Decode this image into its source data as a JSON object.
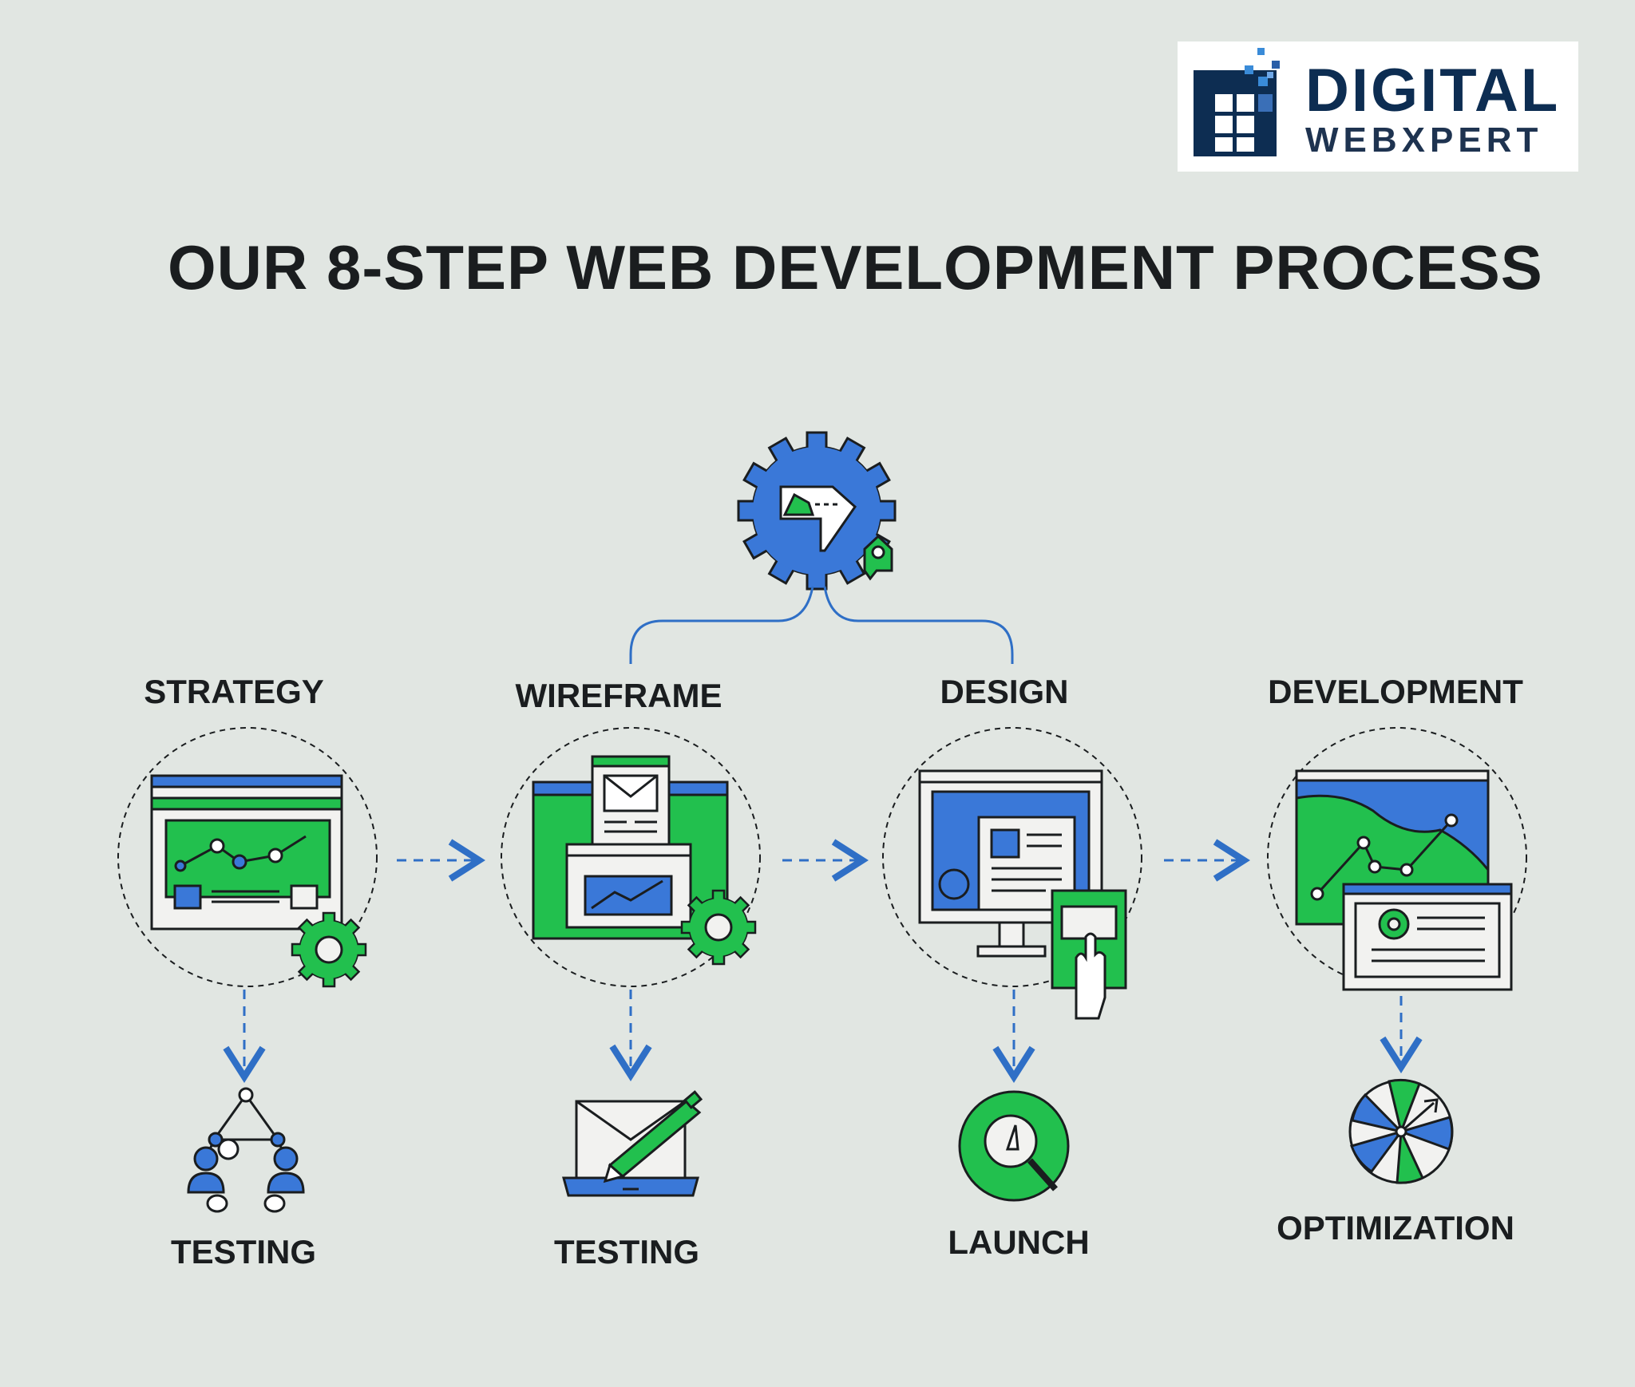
{
  "logo": {
    "line1": "DIGITAL",
    "line2": "WEBXPERT"
  },
  "title": "OUR 8-STEP WEB DEVELOPMENT PROCESS",
  "steps": [
    {
      "label": "STRATEGY",
      "below_label": "TESTING"
    },
    {
      "label": "WIREFRAME",
      "below_label": "TESTING"
    },
    {
      "label": "DESIGN",
      "below_label": "LAUNCH"
    },
    {
      "label": "DEVELOPMENT",
      "below_label": "OPTIMIZATION"
    }
  ],
  "colors": {
    "background": "#e1e6e2",
    "blue": "#3a78d8",
    "green": "#22c04e",
    "navy": "#0d2d52",
    "ink": "#1a1d1f",
    "connector": "#2f6fc6"
  }
}
